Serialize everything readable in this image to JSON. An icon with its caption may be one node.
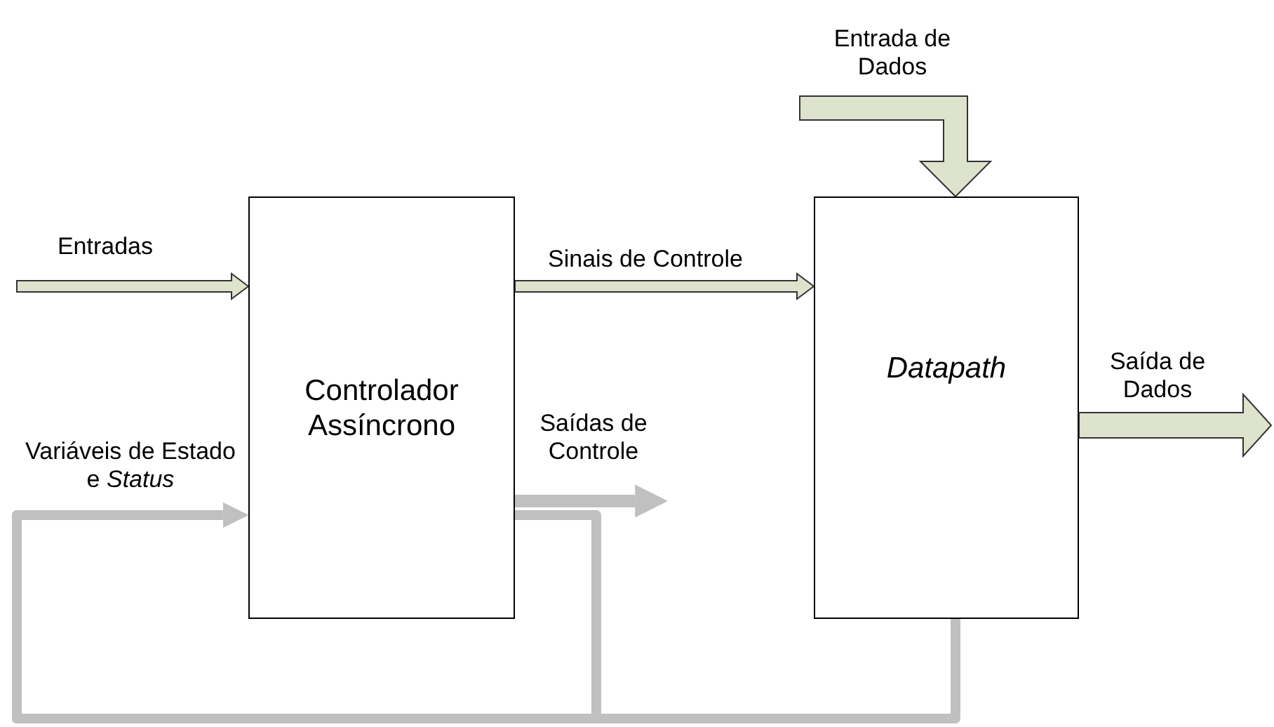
{
  "diagram": {
    "nodes": [
      {
        "text": [
          "Controlador Assíncrono"
        ]
      },
      {
        "text": [
          "Datapath"
        ]
      }
    ],
    "edges": [
      {
        "from": null,
        "to": 0,
        "arrow": "to",
        "label": "Entradas"
      },
      {
        "from": 0,
        "to": 1,
        "arrow": "to",
        "label": "Sinais de Controle"
      },
      {
        "from": null,
        "to": 1,
        "arrow": "to",
        "label": "Entrada de Dados"
      },
      {
        "from": 1,
        "to": null,
        "arrow": "to",
        "label": "Saída de Dados"
      },
      {
        "from": 0,
        "to": null,
        "arrow": "to",
        "label": "Saídas de Controle",
        "color": "#c0c0c0"
      },
      {
        "from": 1,
        "to": 0,
        "arrow": "to",
        "label": "Variáveis de Estado e *Status*",
        "color": "#c0c0c0"
      },
      {
        "from": 0,
        "to": 0,
        "arrow": "to",
        "color": "#c0c0c0"
      }
    ]
  }
}
